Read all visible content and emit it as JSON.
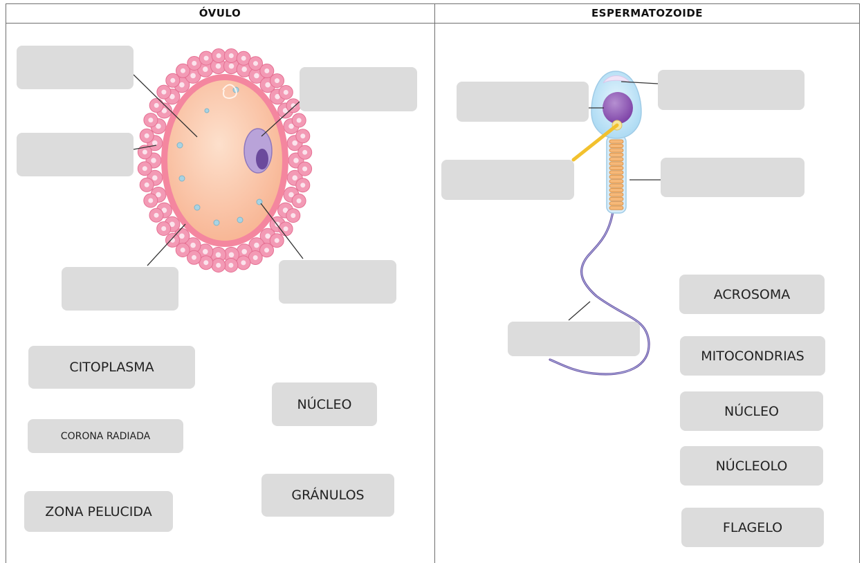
{
  "headers": {
    "left": "ÓVULO",
    "right": "ESPERMATOZOIDE"
  },
  "ovulo_labels": {
    "citoplasma": "CITOPLASMA",
    "corona_radiada": "CORONA RADIADA",
    "zona_pelucida": "ZONA PELUCIDA",
    "nucleo": "NÚCLEO",
    "granulos": "GRÁNULOS"
  },
  "esperma_labels": {
    "acrosoma": "ACROSOMA",
    "mitocondrias": "MITOCONDRIAS",
    "nucleo": "NÚCLEO",
    "nucleolo": "NÚCLEOLO",
    "flagelo": "FLAGELO"
  },
  "colors": {
    "corona_cell": "#f39ab5",
    "cytoplasm": "#fbc5a4",
    "nucleus": "#b9a3d9",
    "blank_box": "#dcdcdc",
    "sperm_head": "#bfe3f7",
    "midpiece": "#f6b878",
    "flagellum": "#6a4fa0"
  }
}
